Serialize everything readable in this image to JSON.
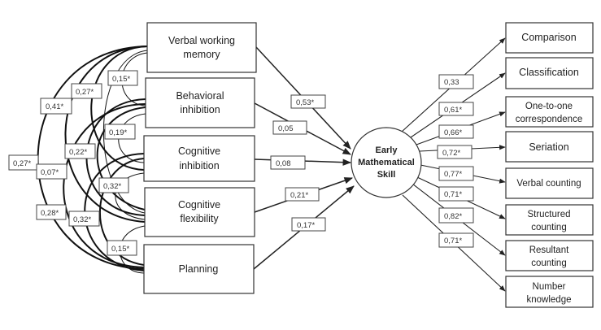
{
  "predictors": [
    {
      "id": "vwm",
      "lines": [
        "Verbal working",
        "memory"
      ]
    },
    {
      "id": "bi",
      "lines": [
        "Behavioral",
        "inhibition"
      ]
    },
    {
      "id": "ci",
      "lines": [
        "Cognitive",
        "inhibition"
      ]
    },
    {
      "id": "cf",
      "lines": [
        "Cognitive",
        "flexibility"
      ]
    },
    {
      "id": "pl",
      "lines": [
        "Planning"
      ]
    }
  ],
  "latent": {
    "lines": [
      "Early",
      "Mathematical",
      "Skill"
    ]
  },
  "outcomes": [
    {
      "id": "comp",
      "lines": [
        "Comparison"
      ]
    },
    {
      "id": "class",
      "lines": [
        "Classification"
      ]
    },
    {
      "id": "oto",
      "lines": [
        "One-to-one",
        "correspondence"
      ]
    },
    {
      "id": "ser",
      "lines": [
        "Seriation"
      ]
    },
    {
      "id": "vc",
      "lines": [
        "Verbal counting"
      ]
    },
    {
      "id": "sc",
      "lines": [
        "Structured",
        "counting"
      ]
    },
    {
      "id": "rc",
      "lines": [
        "Resultant",
        "counting"
      ]
    },
    {
      "id": "nk",
      "lines": [
        "Number",
        "knowledge"
      ]
    }
  ],
  "paths": [
    {
      "from": "vwm",
      "to": "latent",
      "coef": "0,53*"
    },
    {
      "from": "bi",
      "to": "latent",
      "coef": "0,05"
    },
    {
      "from": "ci",
      "to": "latent",
      "coef": "0,08"
    },
    {
      "from": "cf",
      "to": "latent",
      "coef": "0,21*"
    },
    {
      "from": "pl",
      "to": "latent",
      "coef": "0,17*"
    }
  ],
  "loadings": [
    {
      "to": "comp",
      "coef": "0,33"
    },
    {
      "to": "class",
      "coef": "0,61*"
    },
    {
      "to": "oto",
      "coef": "0,66*"
    },
    {
      "to": "ser",
      "coef": "0,72*"
    },
    {
      "to": "vc",
      "coef": "0,77*"
    },
    {
      "to": "sc",
      "coef": "0,71*"
    },
    {
      "to": "rc",
      "coef": "0,82*"
    },
    {
      "to": "nk",
      "coef": "0,71*"
    }
  ],
  "correlations": [
    {
      "a": "vwm",
      "b": "bi",
      "coef": "0,15*"
    },
    {
      "a": "vwm",
      "b": "ci",
      "coef": "0,27*"
    },
    {
      "a": "vwm",
      "b": "cf",
      "coef": "0,41*"
    },
    {
      "a": "bi",
      "b": "ci",
      "coef": "0,19*"
    },
    {
      "a": "bi",
      "b": "cf",
      "coef": "0,22*"
    },
    {
      "a": "vwm",
      "b": "pl",
      "coef": "0,27*"
    },
    {
      "a": "bi",
      "b": "pl",
      "coef": "0,07*"
    },
    {
      "a": "ci",
      "b": "cf",
      "coef": "0,32*"
    },
    {
      "a": "ci",
      "b": "pl",
      "coef": "0,28*"
    },
    {
      "a": "ci",
      "b": "pl",
      "coef": "0,32*"
    },
    {
      "a": "cf",
      "b": "pl",
      "coef": "0,15*"
    }
  ]
}
